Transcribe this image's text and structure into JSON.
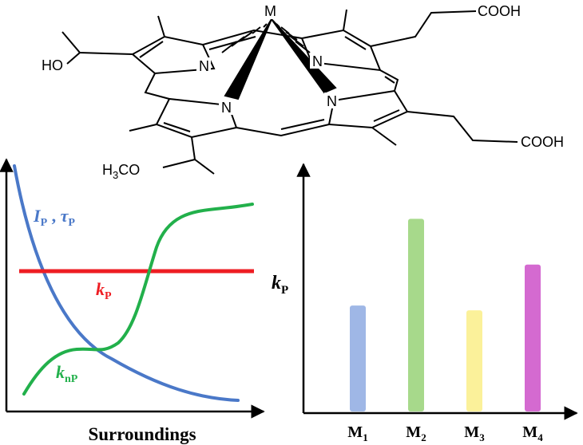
{
  "molecule": {
    "metal": "M",
    "nitrogen": "N",
    "cooh_top": "COOH",
    "cooh_right": "COOH",
    "hydroxyl": "HO",
    "methoxy_h": "H",
    "methoxy_sub": "3",
    "methoxy_co": "CO"
  },
  "left_panel": {
    "xlabel": "Surroundings",
    "curve_label_ip": "I",
    "curve_label_ip_sub": "P",
    "curve_label_sep": " , ",
    "curve_label_tau": "τ",
    "curve_label_tau_sub": "P",
    "curve_label_kp": "k",
    "curve_label_kp_sub": "P",
    "curve_label_knp": "k",
    "curve_label_knp_sub": "nP",
    "colors": {
      "ip_tau": "#4a78c8",
      "kp": "#ee1d23",
      "knp": "#22b04b"
    }
  },
  "chart_data": {
    "type": "bar",
    "categories": [
      "M1",
      "M2",
      "M3",
      "M4"
    ],
    "category_letters": [
      "M",
      "M",
      "M",
      "M"
    ],
    "category_subs": [
      "1",
      "2",
      "3",
      "4"
    ],
    "ylabel": "k",
    "ylabel_sub": "P",
    "values": [
      0.44,
      0.8,
      0.42,
      0.61
    ],
    "colors": [
      "#9fb7e6",
      "#a7d98b",
      "#fbf19a",
      "#d46ad0"
    ]
  }
}
